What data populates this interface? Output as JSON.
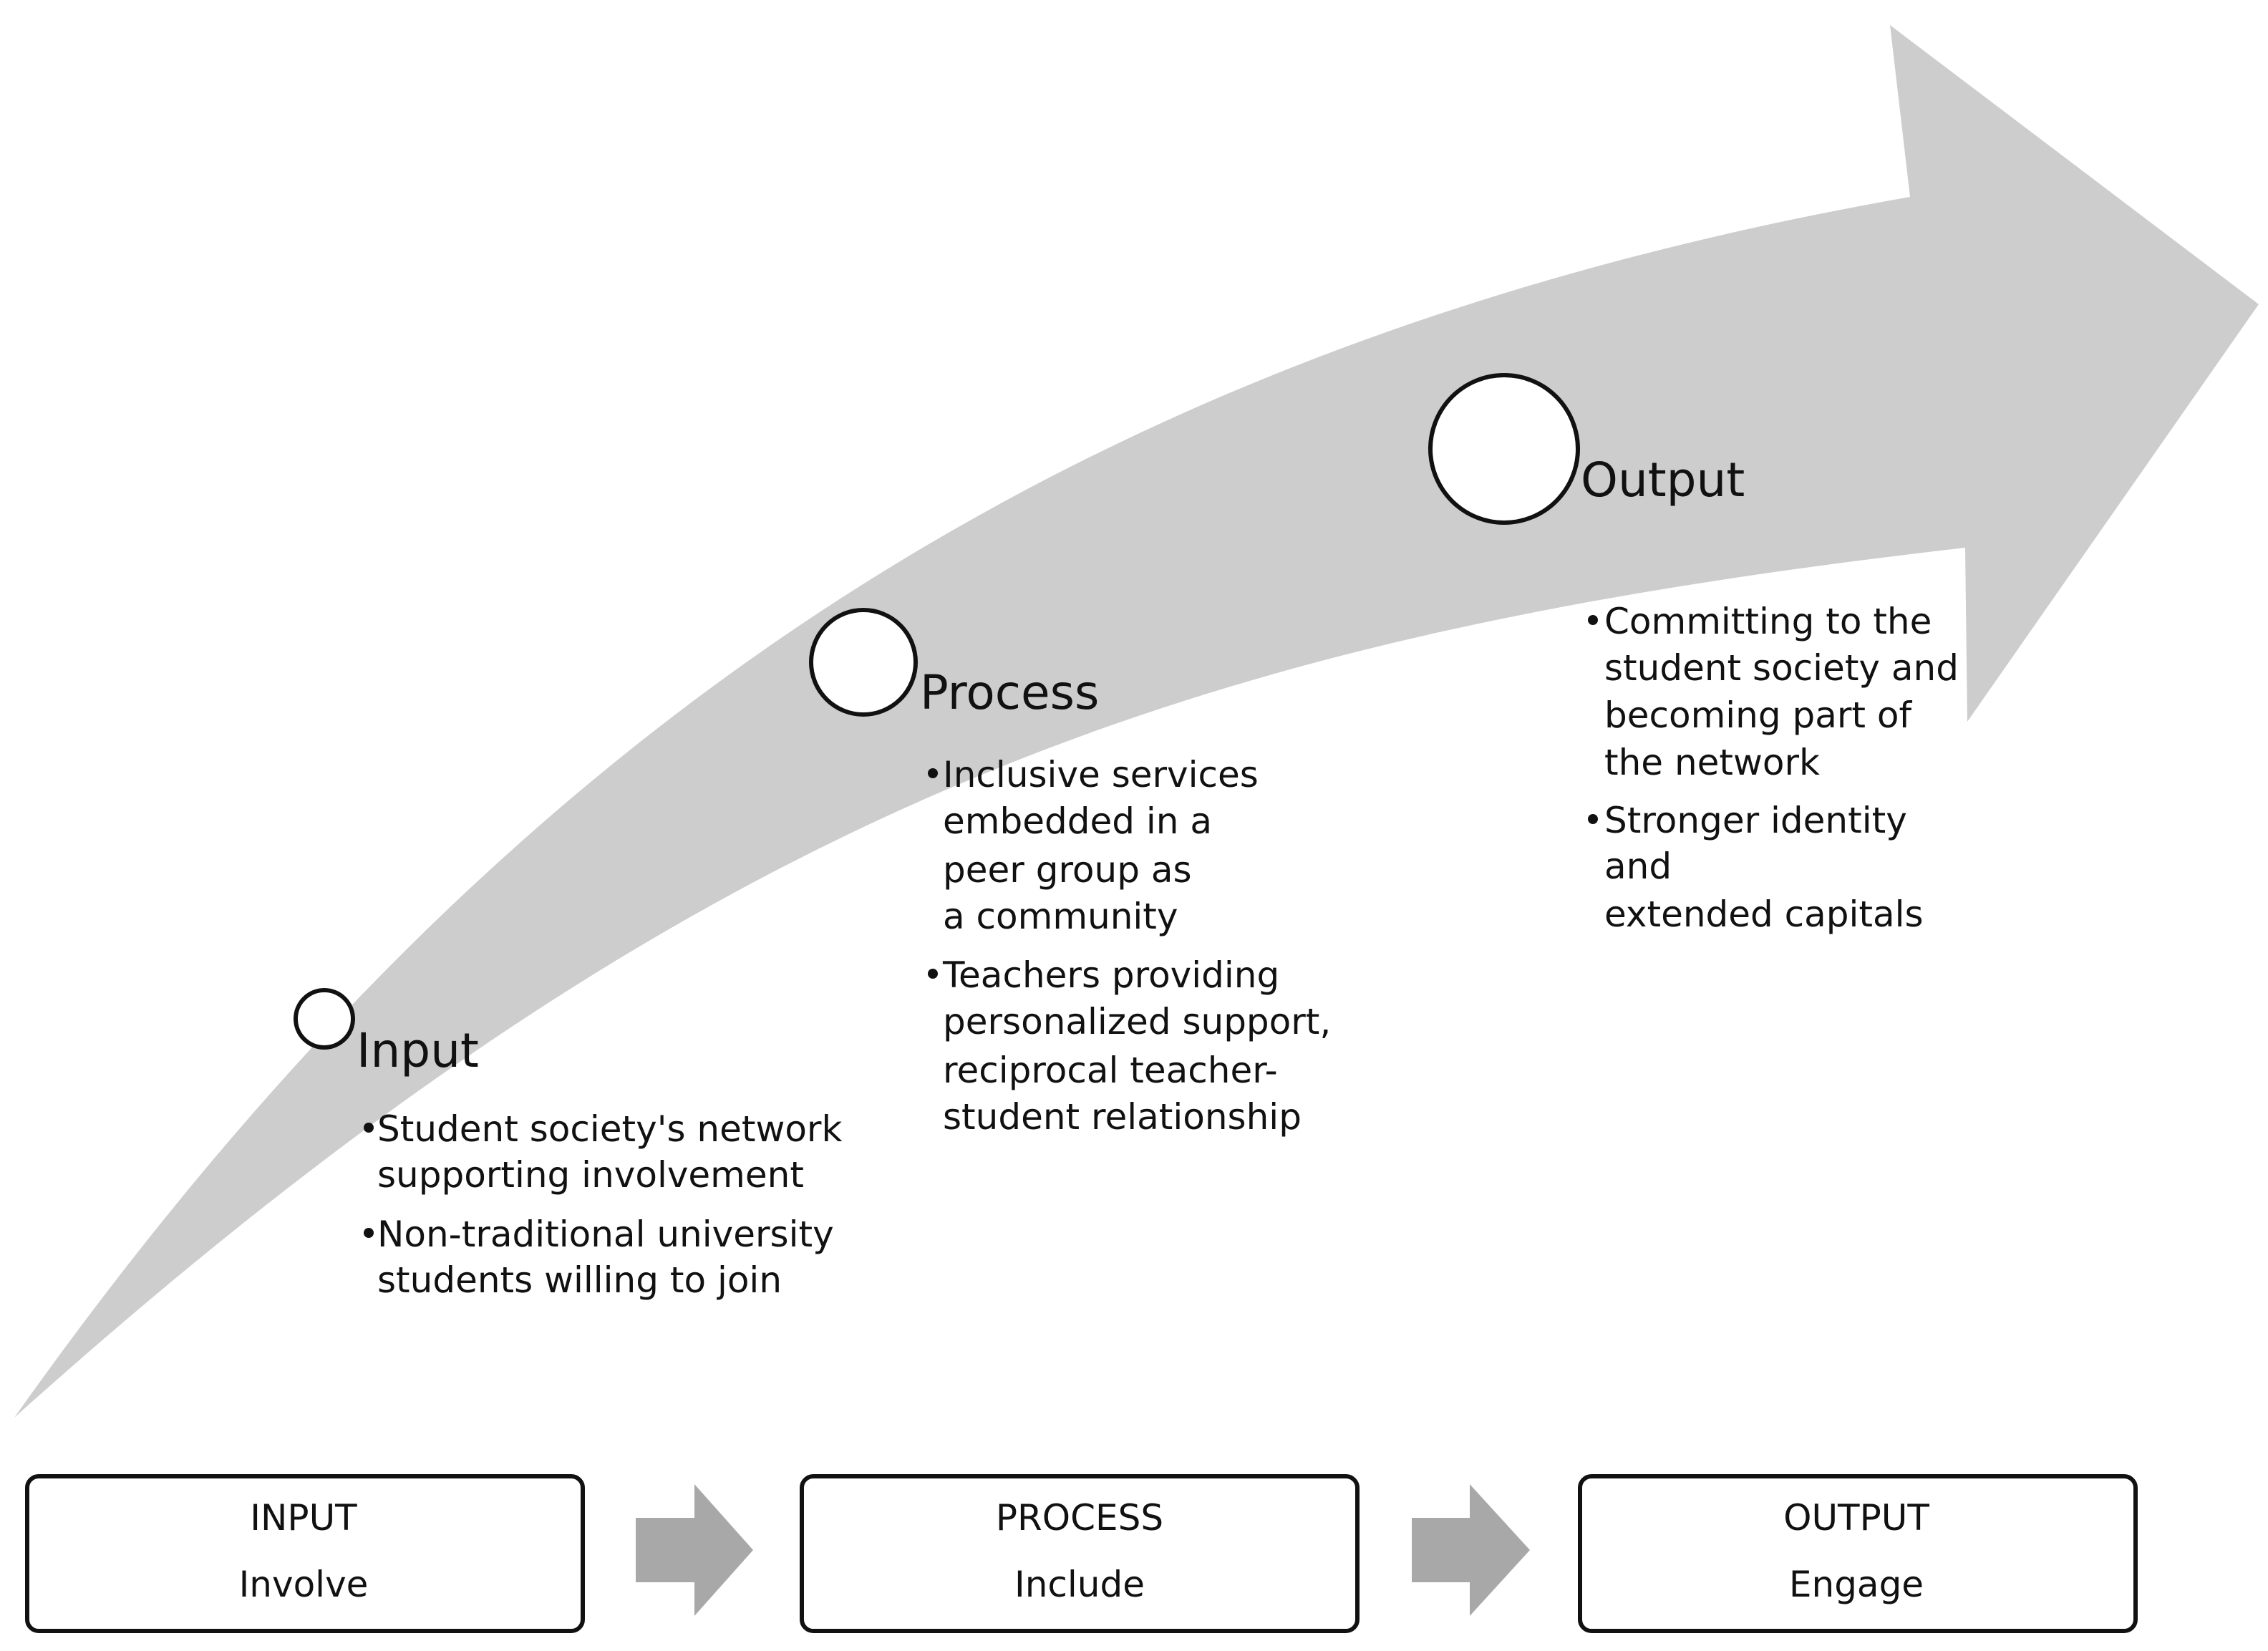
{
  "colors": {
    "big_arrow": "#cdcdcd",
    "small_arrow": "#a8a8a8",
    "stroke": "#111111",
    "background": "#ffffff"
  },
  "stages": [
    {
      "title": "Input",
      "bullets": [
        [
          "Student society's network",
          "supporting involvement"
        ],
        [
          "Non-traditional university",
          "students willing to join"
        ]
      ]
    },
    {
      "title": "Process",
      "bullets": [
        [
          "Inclusive services",
          "embedded in a",
          "peer group as",
          "a community"
        ],
        [
          "Teachers providing",
          "personalized support,",
          "reciprocal teacher-",
          "student relationship"
        ]
      ]
    },
    {
      "title": "Output",
      "bullets": [
        [
          "Committing to the",
          "student society and",
          "becoming part of",
          "the network"
        ],
        [
          "Stronger identity",
          "and",
          "extended capitals"
        ]
      ]
    }
  ],
  "boxes": [
    {
      "top": "INPUT",
      "bottom": "Involve"
    },
    {
      "top": "PROCESS",
      "bottom": "Include"
    },
    {
      "top": "OUTPUT",
      "bottom": "Engage"
    }
  ]
}
